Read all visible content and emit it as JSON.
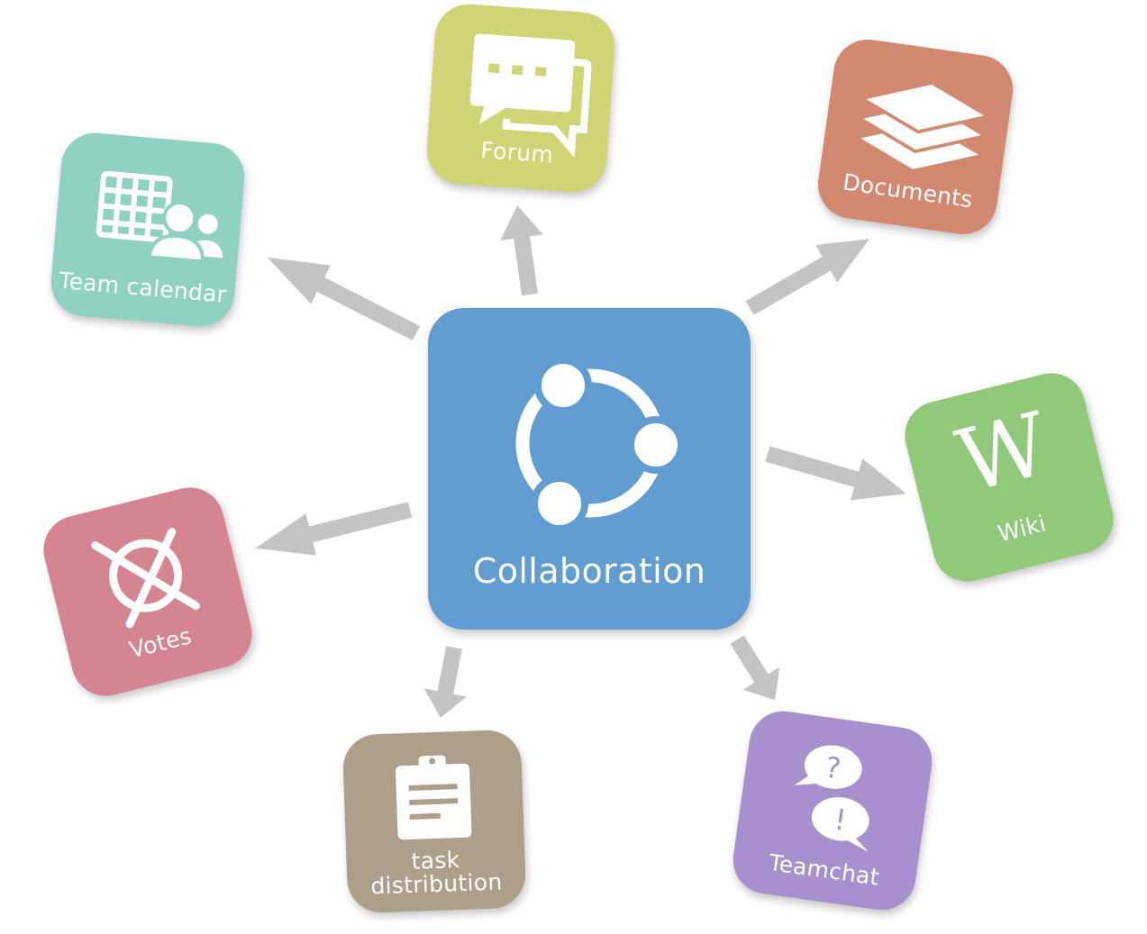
{
  "hub": {
    "label": "Collaboration",
    "color": "#619dd1",
    "icon": "collaboration-network-icon"
  },
  "modules": {
    "forum": {
      "label": "Forum",
      "color": "#d0d475",
      "icon": "chat-bubbles-icon"
    },
    "documents": {
      "label": "Documents",
      "color": "#d2896f",
      "icon": "document-stack-icon"
    },
    "calendar": {
      "label": "Team calendar",
      "color": "#8fd2c1",
      "icon": "calendar-people-icon"
    },
    "wiki": {
      "label": "Wiki",
      "color": "#91c97a",
      "icon": "wiki-w-icon",
      "glyph": "W"
    },
    "votes": {
      "label": "Votes",
      "color": "#d4858f",
      "icon": "ballot-cross-icon"
    },
    "tasks": {
      "label_line1": "task",
      "label_line2": "distribution",
      "color": "#ae9f8b",
      "icon": "clipboard-icon"
    },
    "teamchat": {
      "label": "Teamchat",
      "color": "#a88fce",
      "icon": "question-exclamation-bubbles-icon",
      "q": "?",
      "e": "!"
    }
  },
  "arrow_color": "#c4c4c4"
}
